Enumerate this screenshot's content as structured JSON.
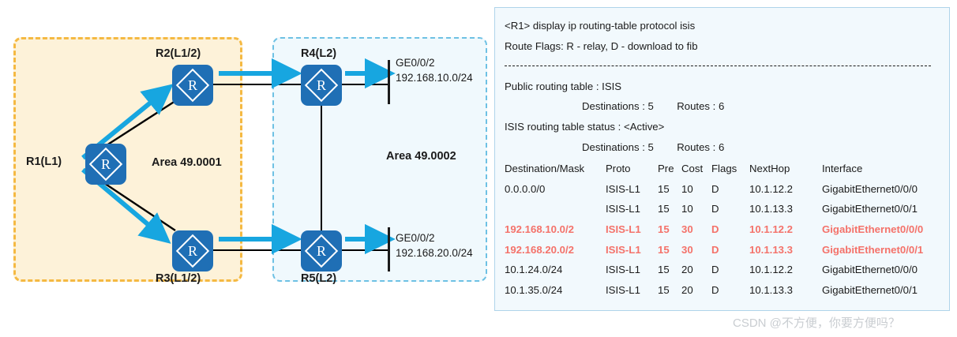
{
  "diagram": {
    "areas": [
      {
        "id": "area-a",
        "label": "Area 49.0001"
      },
      {
        "id": "area-b",
        "label": "Area 49.0002"
      }
    ],
    "routers": [
      {
        "id": "r1",
        "label": "R1(L1)",
        "glyph": "R"
      },
      {
        "id": "r2",
        "label": "R2(L1/2)",
        "glyph": "R"
      },
      {
        "id": "r3",
        "label": "R3(L1/2)",
        "glyph": "R"
      },
      {
        "id": "r4",
        "label": "R4(L2)",
        "glyph": "R"
      },
      {
        "id": "r5",
        "label": "R5(L2)",
        "glyph": "R"
      }
    ],
    "interfaces": [
      {
        "id": "ge-top",
        "port": "GE0/0/2",
        "network": "192.168.10.0/24"
      },
      {
        "id": "ge-bot",
        "port": "GE0/0/2",
        "network": "192.168.20.0/24"
      }
    ],
    "colors": {
      "router": "#1F6FB5",
      "area_a_border": "#F5B942",
      "area_a_fill": "#FDF2D9",
      "area_b_border": "#6EC1E4",
      "area_b_fill": "#F0F9FD",
      "flow_arrow": "#17A6E0",
      "link": "#000000"
    }
  },
  "cli": {
    "prompt_line": "<R1> display ip routing-table protocol isis",
    "route_flags": "Route Flags: R - relay, D - download to fib",
    "separator": "--------------------------------------------------------------------------------",
    "public_table": "Public routing table : ISIS",
    "public_counts": "Destinations : 5        Routes : 6",
    "status_line": "ISIS routing table status : <Active>",
    "status_counts": "Destinations : 5        Routes : 6",
    "columns": [
      "Destination/Mask",
      "Proto",
      "Pre",
      "Cost",
      "Flags",
      "NextHop",
      "Interface"
    ],
    "rows": [
      {
        "dest": "0.0.0.0/0",
        "proto": "ISIS-L1",
        "pre": "15",
        "cost": "10",
        "flags": "D",
        "nexthop": "10.1.12.2",
        "iface": "GigabitEthernet0/0/0",
        "highlight": false
      },
      {
        "dest": "",
        "proto": "ISIS-L1",
        "pre": "15",
        "cost": "10",
        "flags": "D",
        "nexthop": "10.1.13.3",
        "iface": "GigabitEthernet0/0/1",
        "highlight": false
      },
      {
        "dest": "192.168.10.0/2",
        "proto": "ISIS-L1",
        "pre": "15",
        "cost": "30",
        "flags": "D",
        "nexthop": "10.1.12.2",
        "iface": "GigabitEthernet0/0/0",
        "highlight": true
      },
      {
        "dest": "192.168.20.0/2",
        "proto": "ISIS-L1",
        "pre": "15",
        "cost": "30",
        "flags": "D",
        "nexthop": "10.1.13.3",
        "iface": "GigabitEthernet0/0/1",
        "highlight": true
      },
      {
        "dest": "10.1.24.0/24",
        "proto": "ISIS-L1",
        "pre": "15",
        "cost": "20",
        "flags": "D",
        "nexthop": "10.1.12.2",
        "iface": "GigabitEthernet0/0/0",
        "highlight": false
      },
      {
        "dest": "10.1.35.0/24",
        "proto": "ISIS-L1",
        "pre": "15",
        "cost": "20",
        "flags": "D",
        "nexthop": "10.1.13.3",
        "iface": "GigabitEthernet0/0/1",
        "highlight": false
      }
    ],
    "highlight_color": "#F4726A",
    "panel_bg": "#F2F9FD",
    "panel_border": "#AFD4EA"
  },
  "watermark": "CSDN @不方便，你要方便吗？"
}
